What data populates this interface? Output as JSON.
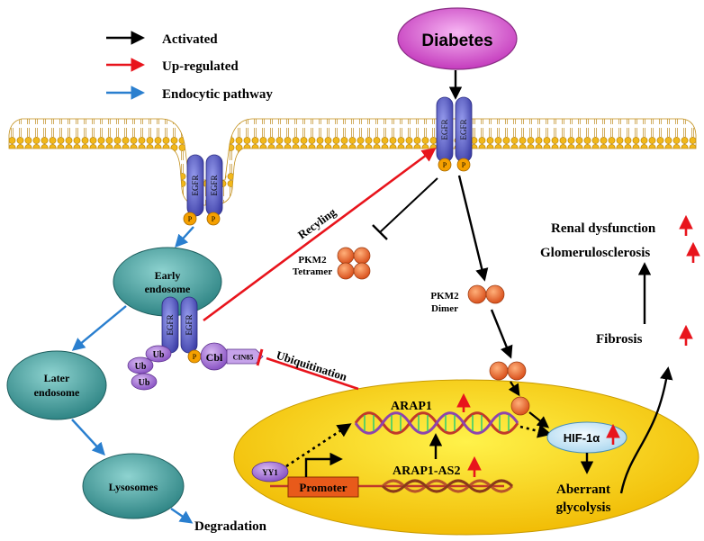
{
  "legend": {
    "activated": "Activated",
    "up_regulated": "Up-regulated",
    "endocytic": "Endocytic pathway"
  },
  "nodes": {
    "diabetes": "Diabetes",
    "egfr": "EGFR",
    "phospho": "P",
    "early_endosome_line1": "Early",
    "early_endosome_line2": "endosome",
    "later_endosome_line1": "Later",
    "later_endosome_line2": "endosome",
    "lysosomes": "Lysosomes",
    "degradation": "Degradation",
    "ub": "Ub",
    "cbl": "Cbl",
    "cin85": "CIN85",
    "recycling": "Recyling",
    "pkm2_tetramer_line1": "PKM2",
    "pkm2_tetramer_line2": "Tetramer",
    "pkm2_dimer_line1": "PKM2",
    "pkm2_dimer_line2": "Dimer",
    "ubiquitination": "Ubiquitination",
    "renal_dysfunction": "Renal dysfunction",
    "glomerulosclerosis": "Glomerulosclerosis",
    "fibrosis": "Fibrosis",
    "arap1": "ARAP1",
    "arap1_as2": "ARAP1-AS2",
    "yy1": "YY1",
    "promoter": "Promoter",
    "hif1a": "HIF-1α",
    "aberrant_line1": "Aberrant",
    "aberrant_line2": "glycolysis"
  },
  "colors": {
    "activated": "#000000",
    "up_regulated": "#e8141c",
    "endocytic": "#2a7fcf",
    "nucleus": "#f5c800",
    "diabetes": "#d94fd0",
    "endosome": "#3f9c9c",
    "egfr": "#5b5fc7",
    "phospho": "#f5a000",
    "pkm2": "#e8622a",
    "membrane": "#f2b81a"
  }
}
